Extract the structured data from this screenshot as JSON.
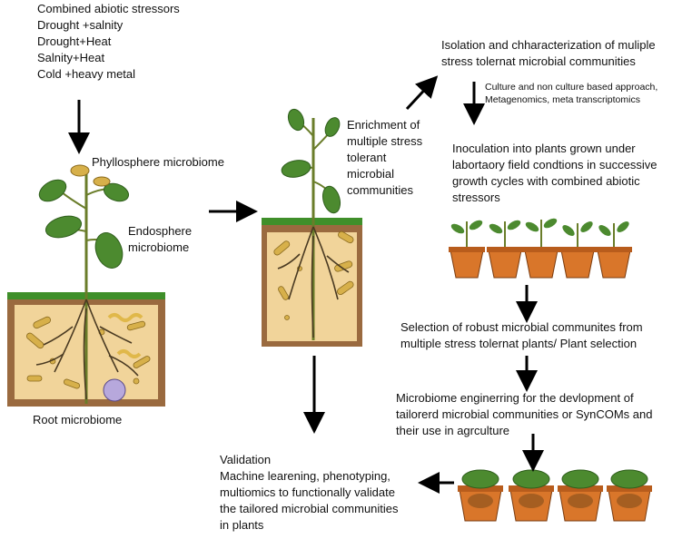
{
  "stressors": {
    "title": "Combined abiotic stressors",
    "items": [
      "Drought +salnity",
      "Drought+Heat",
      "Salnity+Heat",
      "Cold +heavy metal"
    ]
  },
  "labels": {
    "phyllosphere": "Phyllosphere microbiome",
    "endosphere": [
      "Endosphere",
      "microbiome"
    ],
    "root": "Root  microbiome",
    "enrichment": [
      "Enrichment of",
      "multiple stress",
      "tolerant",
      "microbial",
      "communities"
    ]
  },
  "steps": {
    "isolation": [
      "Isolation and chharacterization of muliple",
      "stress tolernat microbial communities"
    ],
    "approach": [
      "Culture and non culture  based approach,",
      "Metagenomics,  meta transcriptomics"
    ],
    "inoculation": [
      "Inoculation into plants grown under",
      "labortaory field condtions in successive",
      "growth cycles with combined abiotic",
      "stressors"
    ],
    "selection": [
      "Selection of  robust microbial communites from",
      "multiple stress tolernat plants/ Plant selection"
    ],
    "engineering": [
      "Microbiome enginerring for the devlopment of",
      "tailorerd microbial communities or SynCOMs and",
      "their use in agrculture"
    ],
    "validation": [
      "Validation",
      "Machine learening, phenotyping,",
      "multiomics to functionally validate",
      "the tailored microbial communities",
      "in plants"
    ]
  },
  "colors": {
    "soil_dark": "#9a6a3f",
    "soil_light": "#f1d49a",
    "grass": "#3f8f2a",
    "leaf": "#4c8a2f",
    "leaf_dark": "#2f5e1c",
    "stem": "#6a7d2a",
    "pot": "#d9762a",
    "microbe": "#d7b04a"
  }
}
